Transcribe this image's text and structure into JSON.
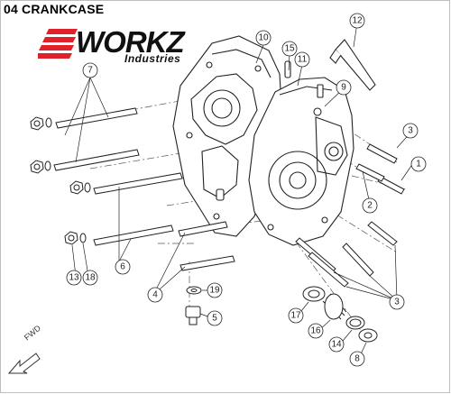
{
  "title": "04 CRANKCASE",
  "brand": {
    "name": "WORKZ",
    "tagline": "Industries",
    "accent": "#e0202a",
    "ink": "#111111"
  },
  "fwd_label": "FWD",
  "callouts": [
    "1",
    "2",
    "3",
    "3",
    "4",
    "5",
    "6",
    "7",
    "8",
    "9",
    "10",
    "11",
    "12",
    "13",
    "14",
    "15",
    "16",
    "17",
    "18",
    "19"
  ]
}
